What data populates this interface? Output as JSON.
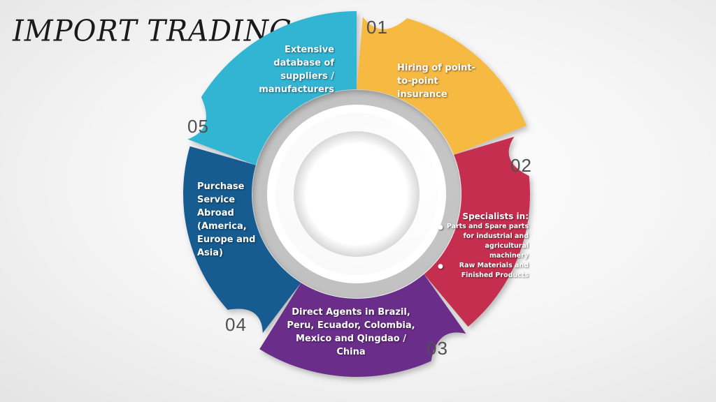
{
  "title": "IMPORT TRADING",
  "colors": {
    "seg01": "#f6b942",
    "seg02": "#c62d4f",
    "seg03": "#6a2d8a",
    "seg04": "#185c91",
    "seg05": "#33b4d3"
  },
  "segments": [
    {
      "number": "01",
      "text": "Hiring of point-to-point insurance"
    },
    {
      "number": "02",
      "heading": "Specialists in:",
      "bullets": [
        "Parts and Spare parts for industrial and agricultural machinery",
        "Raw Materials and Finished Products"
      ]
    },
    {
      "number": "03",
      "text": "Direct Agents in Brazil, Peru, Ecuador, Colombia, Mexico and Qingdao / China"
    },
    {
      "number": "04",
      "text": "Purchase Service Abroad (America, Europe and Asia)"
    },
    {
      "number": "05",
      "text": "Extensive database of suppliers / manufacturers"
    }
  ]
}
